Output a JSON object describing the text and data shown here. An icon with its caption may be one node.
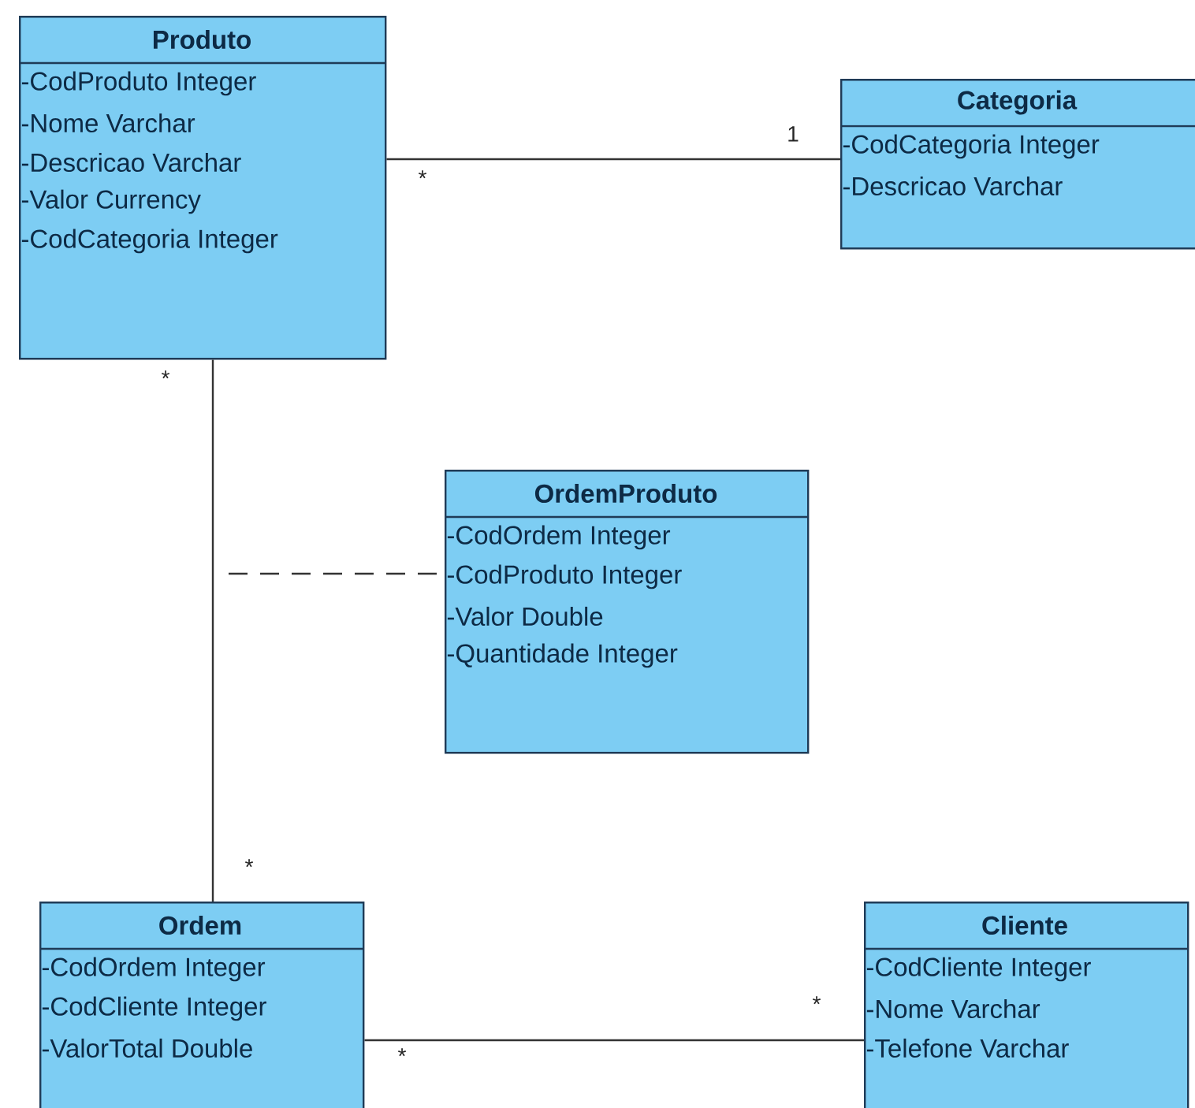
{
  "diagram": {
    "nodes": [
      {
        "text": [
          "Produto",
          "-CodProduto Integer",
          "-Nome Varchar",
          "-Descricao Varchar",
          "-Valor Currency",
          "-CodCategoria Integer"
        ]
      },
      {
        "text": [
          "Categoria",
          "-CodCategoria Integer",
          "-Descricao Varchar"
        ]
      },
      {
        "text": [
          "OrdemProduto",
          "-CodOrdem Integer",
          "-CodProduto Integer",
          "-Valor Double",
          "-Quantidade Integer"
        ]
      },
      {
        "text": [
          "Ordem",
          "-CodOrdem Integer",
          "-CodCliente Integer",
          "-ValorTotal Double"
        ]
      },
      {
        "text": [
          "Cliente",
          "-CodCliente Integer",
          "-Nome Varchar",
          "-Telefone Varchar"
        ]
      }
    ],
    "edges": [
      {
        "from": 0,
        "to": 1,
        "arrow": "none"
      },
      {
        "from": 0,
        "to": 3,
        "arrow": "none"
      },
      {
        "from": null,
        "to": 2,
        "arrow": "none",
        "style": "dashed"
      },
      {
        "from": 3,
        "to": 4,
        "arrow": "none"
      }
    ],
    "labels": [
      "1",
      "*",
      "*",
      "*",
      "*",
      "*"
    ]
  }
}
